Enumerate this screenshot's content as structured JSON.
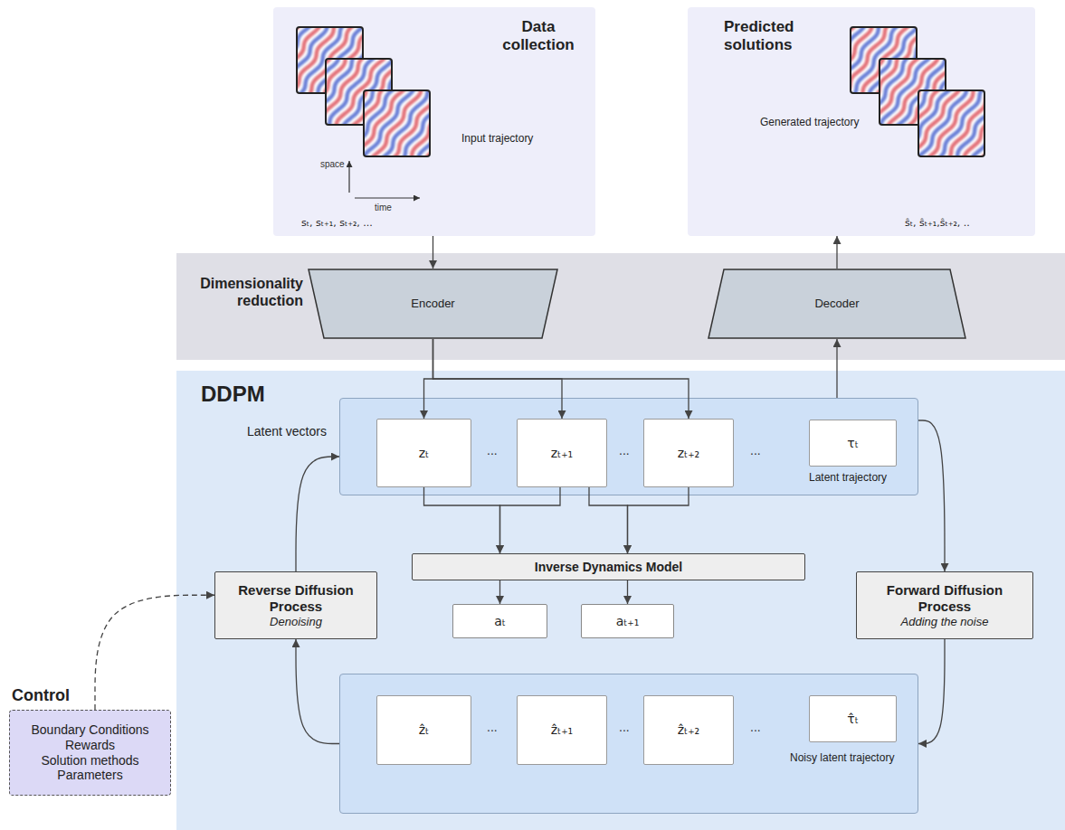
{
  "diagram": {
    "nodes": [
      {
        "text": [
          "Data collection",
          "Input trajectory",
          "sₜ, sₜ₊₁, sₜ₊₂, ..."
        ]
      },
      {
        "text": [
          "Predicted solutions",
          "Generated trajectory",
          "ŝₜ, ŝₜ₊₁,ŝₜ₊₂, .."
        ]
      },
      {
        "text": [
          "Dimensionality reduction"
        ]
      },
      {
        "text": [
          "Encoder"
        ],
        "in": 2
      },
      {
        "text": [
          "Decoder"
        ],
        "in": 2
      },
      {
        "text": [
          "DDPM"
        ]
      },
      {
        "text": [
          "Latent vectors",
          "Latent trajectory"
        ],
        "in": 5
      },
      {
        "text": [
          "zₜ"
        ],
        "in": 6
      },
      {
        "text": [
          "zₜ₊₁"
        ],
        "in": 6
      },
      {
        "text": [
          "zₜ₊₂"
        ],
        "in": 6
      },
      {
        "text": [
          "τₜ"
        ],
        "in": 6
      },
      {
        "text": [
          "Inverse Dynamics Model"
        ],
        "in": 5
      },
      {
        "text": [
          "aₜ"
        ],
        "in": 5
      },
      {
        "text": [
          "aₜ₊₁"
        ],
        "in": 5
      },
      {
        "text": [
          "Reverse Diffusion Process",
          "Denoising"
        ],
        "in": 5
      },
      {
        "text": [
          "Forward Diffusion Process",
          "Adding the noise"
        ],
        "in": 5
      },
      {
        "text": [
          "Noisy latent trajectory"
        ],
        "in": 5
      },
      {
        "text": [
          "ẑₜ"
        ],
        "in": 16
      },
      {
        "text": [
          "ẑₜ₊₁"
        ],
        "in": 16
      },
      {
        "text": [
          "ẑₜ₊₂"
        ],
        "in": 16
      },
      {
        "text": [
          "τ̂ₜ"
        ],
        "in": 16
      },
      {
        "text": [
          "Control",
          "Boundary Conditions",
          "Rewards",
          "Solution methods",
          "Parameters"
        ]
      }
    ],
    "edges": [
      {
        "from": 0,
        "to": 3,
        "arrow": "to"
      },
      {
        "from": 3,
        "to": 7,
        "arrow": "to"
      },
      {
        "from": 3,
        "to": 8,
        "arrow": "to"
      },
      {
        "from": 3,
        "to": 9,
        "arrow": "to"
      },
      {
        "from": 7,
        "to": 11,
        "arrow": "to"
      },
      {
        "from": 8,
        "to": 11,
        "arrow": "to"
      },
      {
        "from": 8,
        "to": 11,
        "arrow": "to"
      },
      {
        "from": 9,
        "to": 11,
        "arrow": "to"
      },
      {
        "from": 11,
        "to": 12,
        "arrow": "to"
      },
      {
        "from": 11,
        "to": 13,
        "arrow": "to"
      },
      {
        "from": 6,
        "to": 4,
        "arrow": "to"
      },
      {
        "from": 4,
        "to": 1,
        "arrow": "to"
      },
      {
        "from": 6,
        "to": 15,
        "arrow": "to"
      },
      {
        "from": 15,
        "to": 16,
        "arrow": "to"
      },
      {
        "from": 16,
        "to": 14,
        "arrow": "to"
      },
      {
        "from": 14,
        "to": 6,
        "arrow": "to"
      },
      {
        "from": 21,
        "to": 14,
        "arrow": "to"
      }
    ],
    "labels": [
      "space",
      "time",
      "...",
      "...",
      "...",
      "...",
      "...",
      "..."
    ]
  }
}
